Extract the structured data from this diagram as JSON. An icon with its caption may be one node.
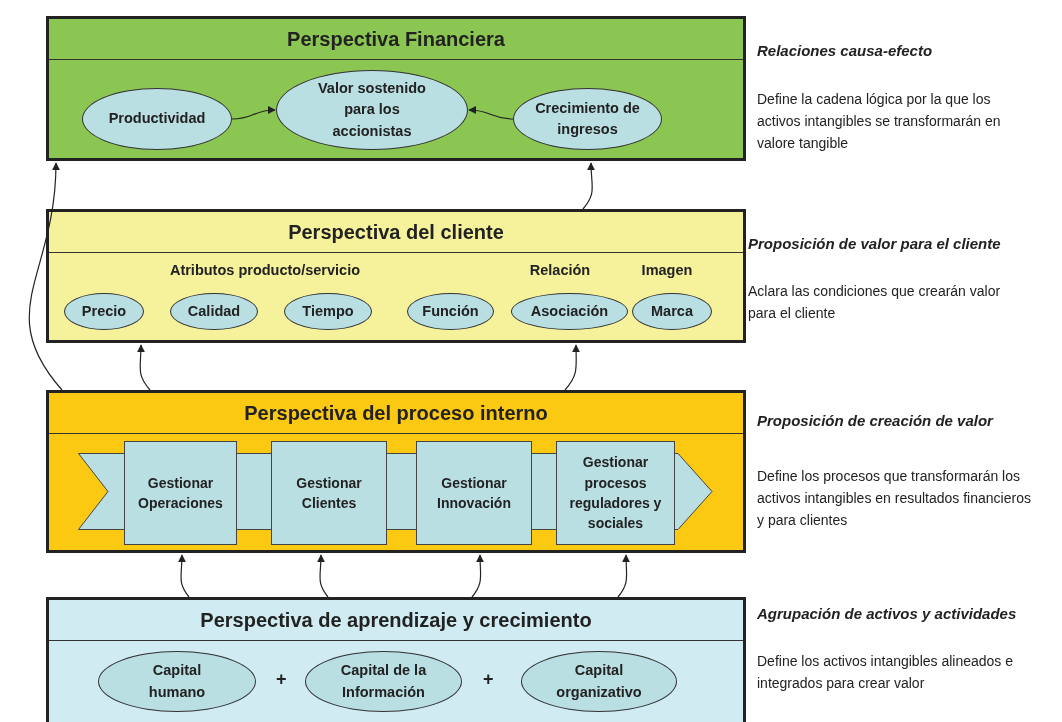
{
  "diagram": {
    "nodes": [
      {
        "text": [
          "Perspectiva Financiera"
        ]
      },
      {
        "text": [
          "Productividad"
        ],
        "in": 0
      },
      {
        "text": [
          "Valor sostenido para los accionistas"
        ],
        "in": 0
      },
      {
        "text": [
          "Crecimiento de ingresos"
        ],
        "in": 0
      },
      {
        "text": [
          "Perspectiva del cliente",
          "Atributos producto/servicio",
          "Relación",
          "Imagen"
        ]
      },
      {
        "text": [
          "Precio"
        ],
        "in": 4
      },
      {
        "text": [
          "Calidad"
        ],
        "in": 4
      },
      {
        "text": [
          "Tiempo"
        ],
        "in": 4
      },
      {
        "text": [
          "Función"
        ],
        "in": 4
      },
      {
        "text": [
          "Asociación"
        ],
        "in": 4
      },
      {
        "text": [
          "Marca"
        ],
        "in": 4
      },
      {
        "text": [
          "Perspectiva del proceso interno"
        ]
      },
      {
        "text": [
          "Gestionar Operaciones"
        ],
        "in": 11
      },
      {
        "text": [
          "Gestionar Clientes"
        ],
        "in": 11
      },
      {
        "text": [
          "Gestionar Innovación"
        ],
        "in": 11
      },
      {
        "text": [
          "Gestionar procesos reguladores y sociales"
        ],
        "in": 11
      },
      {
        "text": [
          "Perspectiva de aprendizaje y crecimiento"
        ]
      },
      {
        "text": [
          "Capital humano"
        ],
        "in": 16
      },
      {
        "text": [
          "Capital de la Información"
        ],
        "in": 16
      },
      {
        "text": [
          "Capital organizativo"
        ],
        "in": 16
      },
      {
        "text": [],
        "shape": "chevron",
        "in": 11
      }
    ],
    "edges": [
      {
        "from": 1,
        "to": 2,
        "arrow": "to"
      },
      {
        "from": 3,
        "to": 2,
        "arrow": "to"
      },
      {
        "from": 4,
        "to": 0,
        "arrow": "to"
      },
      {
        "from": 11,
        "to": 0,
        "arrow": "to"
      },
      {
        "from": 11,
        "to": 4,
        "arrow": "to"
      },
      {
        "from": 11,
        "to": 4,
        "arrow": "to"
      },
      {
        "from": 16,
        "to": 11,
        "arrow": "to"
      },
      {
        "from": 16,
        "to": 11,
        "arrow": "to"
      },
      {
        "from": 16,
        "to": 11,
        "arrow": "to"
      },
      {
        "from": 16,
        "to": 11,
        "arrow": "to"
      }
    ],
    "labels": [
      "Relaciones causa-efecto",
      "Define la cadena lógica por la que los activos intangibles se transformarán en valore tangible",
      "Proposición de valor para el cliente",
      "Aclara las condiciones que crearán valor para el cliente",
      "Proposición de creación de valor",
      "Define los procesos que transformarán los activos intangibles en resultados financieros y para clientes",
      "Agrupación de activos y actividades",
      "Define los activos intangibles alineados e integrados para crear valor",
      "+",
      "+"
    ]
  }
}
